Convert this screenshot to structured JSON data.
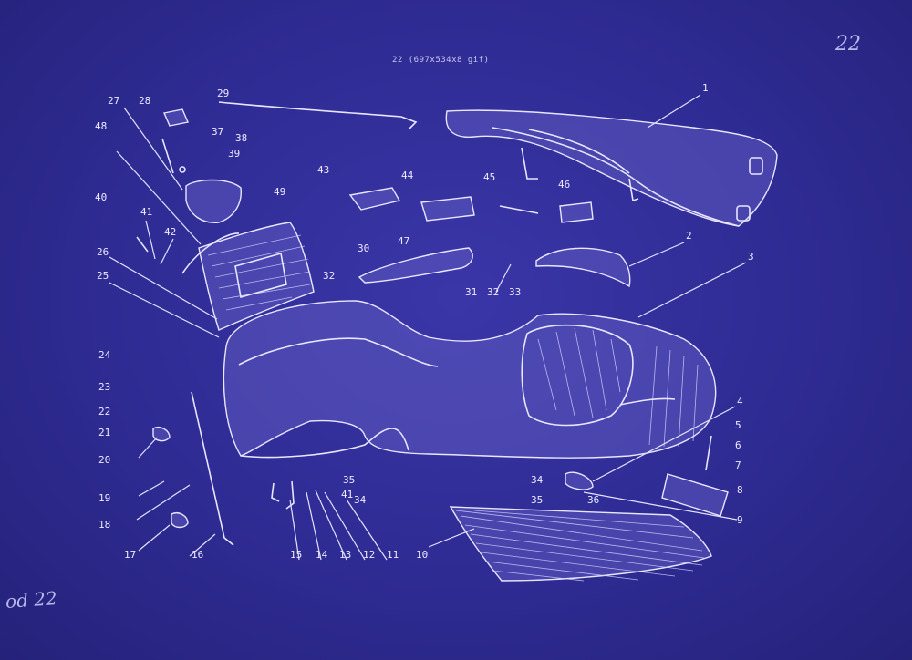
{
  "caption": "22 (697x534x8 gif)",
  "corner_mark": "22",
  "bottom_mark": "od 22",
  "colors": {
    "background": "#2e2b93",
    "ink": "#e8e5ff"
  },
  "labels": {
    "n1": "1",
    "n2": "2",
    "n3": "3",
    "n4": "4",
    "n5": "5",
    "n6": "6",
    "n7": "7",
    "n8": "8",
    "n9": "9",
    "n10": "10",
    "n11": "11",
    "n12": "12",
    "n13": "13",
    "n14": "14",
    "n15": "15",
    "n16": "16",
    "n17": "17",
    "n18": "18",
    "n19": "19",
    "n20": "20",
    "n21": "21",
    "n22": "22",
    "n23": "23",
    "n24": "24",
    "n25": "25",
    "n26": "26",
    "n27": "27",
    "n28": "28",
    "n29": "29",
    "n30": "30",
    "n31": "31",
    "n32": "32",
    "n33": "33",
    "n34": "34",
    "n35": "35",
    "n36": "36",
    "n37": "37",
    "n38": "38",
    "n39": "39",
    "n40": "40",
    "n41": "41",
    "n42": "42",
    "n43": "43",
    "n44": "44",
    "n45": "45",
    "n46": "46",
    "n47": "47",
    "n48": "48",
    "n49": "49"
  }
}
